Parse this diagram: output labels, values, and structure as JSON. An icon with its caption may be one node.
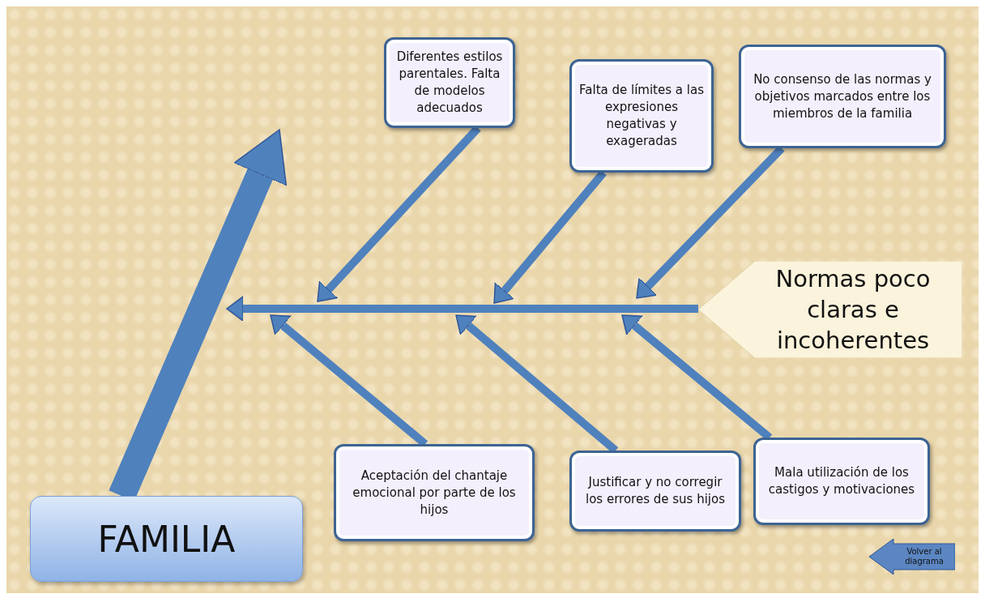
{
  "diagram": {
    "nodes": [
      {
        "text": [
          "FAMILIA"
        ]
      },
      {
        "text": [
          "Diferentes estilos parentales. Falta de modelos adecuados"
        ]
      },
      {
        "text": [
          "Falta de límites a las expresiones negativas y exageradas"
        ]
      },
      {
        "text": [
          "No consenso de las normas y objetivos marcados entre los miembros de la familia"
        ]
      },
      {
        "text": [
          "Normas poco claras e incoherentes"
        ]
      },
      {
        "text": [
          "Aceptación del chantaje emocional por parte de los hijos"
        ]
      },
      {
        "text": [
          "Justificar y no corregir los errores de sus hijos"
        ]
      },
      {
        "text": [
          "Mala utilización de los castigos y motivaciones"
        ]
      },
      {
        "text": [
          "Volver al diagrama"
        ]
      }
    ],
    "edges": [
      {
        "from": 0,
        "to": null,
        "arrow": "to",
        "style": "thick"
      },
      {
        "from": 4,
        "to": null,
        "arrow": "to"
      },
      {
        "from": 1,
        "to": null,
        "arrow": "to"
      },
      {
        "from": 2,
        "to": null,
        "arrow": "to"
      },
      {
        "from": 3,
        "to": null,
        "arrow": "to"
      },
      {
        "from": 5,
        "to": null,
        "arrow": "to"
      },
      {
        "from": 6,
        "to": null,
        "arrow": "to"
      },
      {
        "from": 7,
        "to": null,
        "arrow": "to"
      }
    ]
  }
}
